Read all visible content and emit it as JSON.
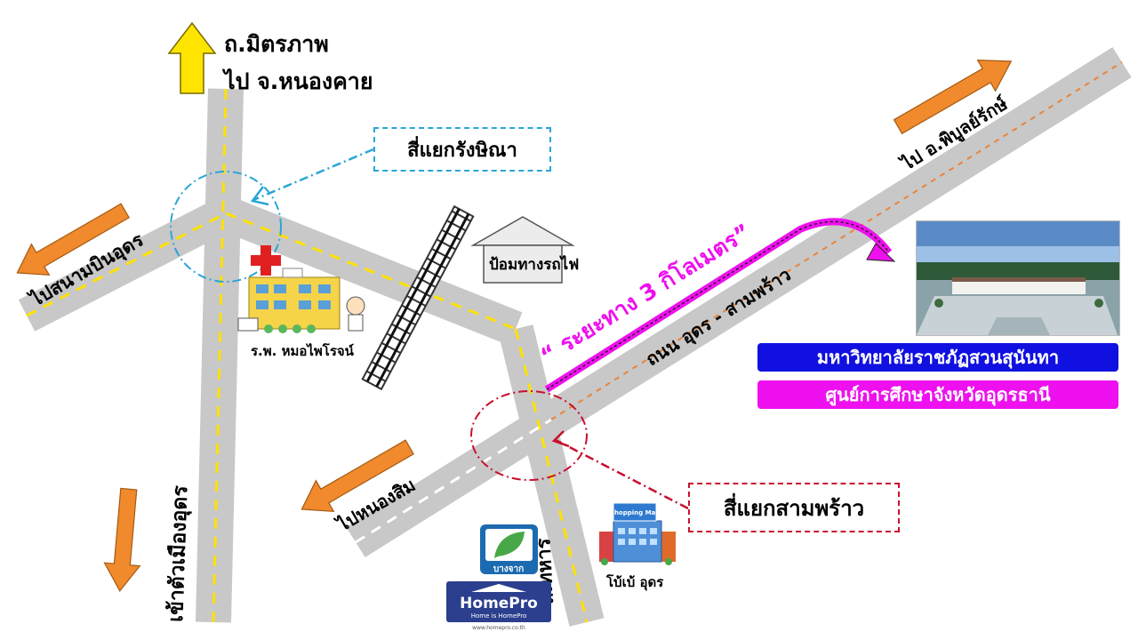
{
  "map": {
    "north_road_label": "ถ.มิตรภาพ",
    "north_dest_label": "ไป จ.หนองคาย",
    "airport_label": "ไปสนามบินอุดร",
    "city_label": "เข้าตัวเมืองอุดร",
    "nongsim_label": "ไปหนองสิม",
    "phibun_label": "ไป อ.พิบูลย์รักษ์",
    "junction_rangsina": "สี่แยกรังษิณา",
    "junction_sampraw": "สี่แยกสามพร้าว",
    "hospital_label": "ร.พ. หมอไพโรจน์",
    "rail_guard_label": "ป้อมทางรถไฟ",
    "distance_label": "“ ระยะทาง 3 กิโลเมตร”",
    "road_udon_sampraw": "ถนน อุดร - สามพร้าว",
    "road_thahan": "ถ.ทหาร",
    "bangchak_label": "บางจาก",
    "homepro_label": "HomePro",
    "homepro_slogan": "Home is HomePro",
    "homepro_url": "www.homepro.co.th",
    "shopping_mall_label": "Shopping Mall",
    "bobe_label": "โบ้เบ้ อุดร",
    "university_name": "มหาวิทยาลัยราชภัฏสวนสุนันทา",
    "center_name": "ศูนย์การศึกษาจังหวัดอุดรธานี"
  },
  "colors": {
    "road": "#c8c8c8",
    "road_line": "#ffe100",
    "arrow_orange": "#f08a2c",
    "arrow_yellow": "#ffe400",
    "magenta": "#ee10ee",
    "banner_blue": "#1010e0",
    "rangsina_circle": "#29a6d6",
    "sampraw_circle": "#c8102e"
  },
  "icons": [
    "up-arrow-icon",
    "orange-arrow-icon",
    "red-cross-icon",
    "railway-icon",
    "guard-house-icon",
    "bangchak-logo-icon",
    "homepro-logo-icon",
    "mall-icon",
    "hospital-building-icon"
  ]
}
